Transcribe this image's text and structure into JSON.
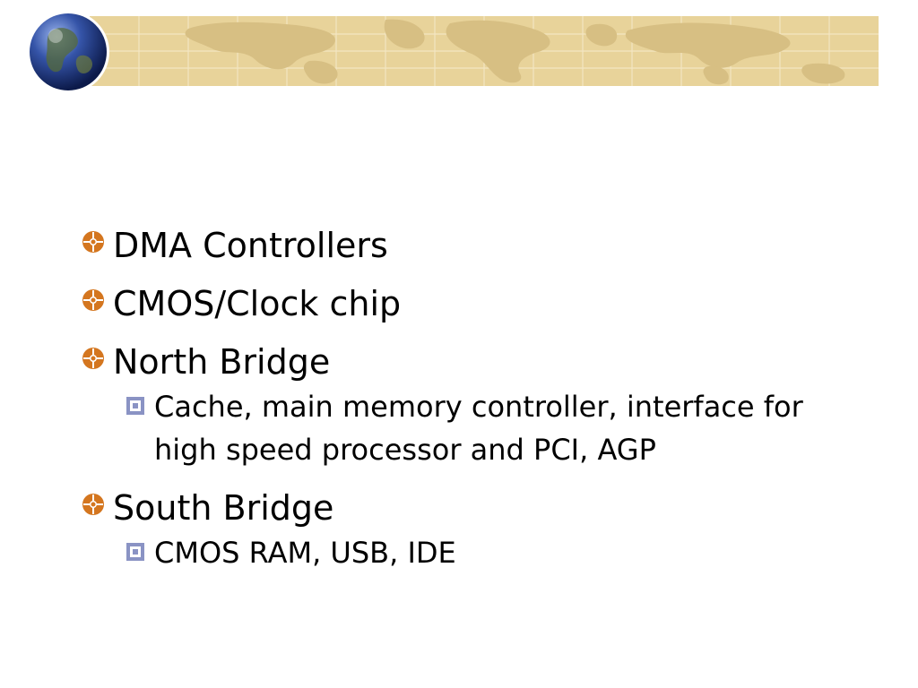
{
  "slide": {
    "bullets": [
      {
        "text": "DMA Controllers",
        "subs": []
      },
      {
        "text": "CMOS/Clock chip",
        "subs": []
      },
      {
        "text": "North Bridge",
        "subs": [
          "Cache, main memory controller, interface for high speed processor and PCI, AGP"
        ]
      },
      {
        "text": "South Bridge",
        "subs": [
          "CMOS RAM, USB, IDE"
        ]
      }
    ]
  },
  "theme": {
    "banner_color": "#e8d39a",
    "map_color": "#d7bf83",
    "grid_color": "#f3e6c2",
    "bullet_color": "#d4761f",
    "sub_bullet_color": "#8a93c4",
    "globe_color": "#27408f"
  },
  "icons": {
    "banner": "world-map-banner",
    "globe": "globe-icon",
    "level1_bullet": "compass-bullet-icon",
    "level2_bullet": "square-bullet-icon"
  }
}
